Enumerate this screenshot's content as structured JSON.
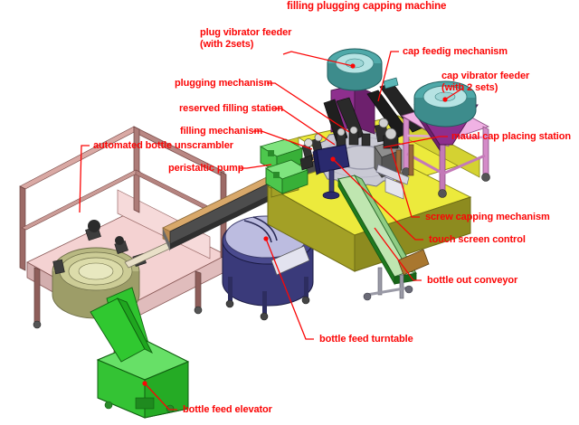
{
  "diagram": {
    "title": "filling plugging capping machine",
    "title_color": "#fb0606",
    "label_color": "#fb0606",
    "background_color": "#ffffff",
    "labels": {
      "plug_vibrator_feeder_line1": "plug vibrator feeder",
      "plug_vibrator_feeder_line2": "(with 2sets)",
      "cap_feeding_mechanism": "cap feedig mechanism",
      "cap_vibrator_feeder_line1": "cap vibrator feeder",
      "cap_vibrator_feeder_line2": "(with 2 sets)",
      "manual_cap_placing_station": "maual cap placing station",
      "plugging_mechanism": "plugging mechanism",
      "reserved_filling_station": "reserved filling station",
      "filling_mechanism": "filling mechanism",
      "automated_bottle_unscrambler": "automated bottle unscrambler",
      "peristaltic_pump": "peristaltic pump",
      "screw_capping_mechanism": "screw capping mechanism",
      "touch_screen_control": "touch screen control",
      "bottle_out_conveyor": "bottle out conveyor",
      "bottle_feed_turntable": "bottle feed turntable",
      "bottle_feed_elevator": "bottle feed elevator"
    },
    "colors": {
      "platform_top": "#ecea3c",
      "platform_side_left": "#a3a026",
      "platform_side_right": "#8d8b1f",
      "rotary_table": "#c9c9d4",
      "vibrator_bowl": "#4fa9a9",
      "vibrator_bowl_inner": "#b6e3e3",
      "hopper_purple": "#8e2f8e",
      "stand_pink": "#e89ad8",
      "unscrambler_frame": "#c98f8a",
      "unscrambler_panel": "#f3cfcf",
      "unscrambler_bowl": "#cfcf9a",
      "elevator_green": "#2fc42f",
      "pump_green": "#55d455",
      "conveyor_belt": "#bfe6b0",
      "conveyor_frame": "#1f7a1f",
      "turntable_base": "#3a3a7a",
      "turntable_top": "#bcbce0",
      "touch_screen": "#2a2a6e",
      "feed_conveyor_rail": "#d8a86a",
      "feed_conveyor_body": "#4a4a4a",
      "machine_dark": "#3a3a3a"
    }
  }
}
